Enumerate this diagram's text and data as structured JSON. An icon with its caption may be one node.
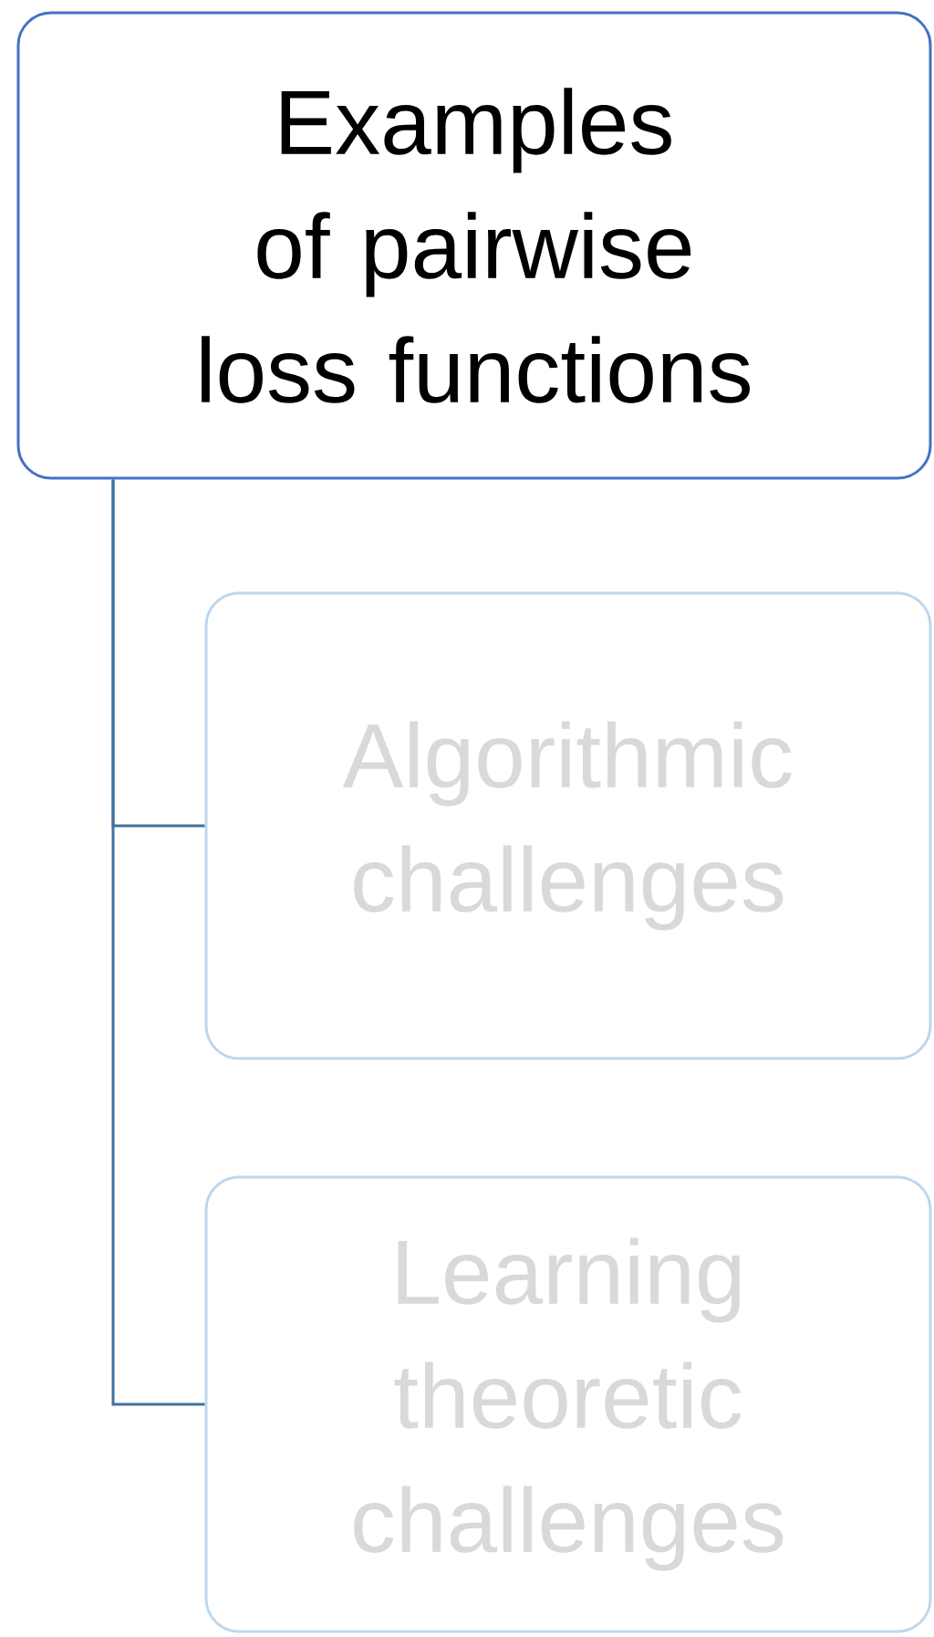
{
  "diagram": {
    "nodes": [
      {
        "text": [
          "Examples of pairwise loss functions"
        ]
      },
      {
        "text": [
          "Algorithmic challenges"
        ]
      },
      {
        "text": [
          "Learning theoretic challenges"
        ]
      }
    ],
    "edges": [
      {
        "from": 0,
        "to": 1,
        "arrow": "none"
      },
      {
        "from": 0,
        "to": 2,
        "arrow": "none"
      }
    ]
  }
}
